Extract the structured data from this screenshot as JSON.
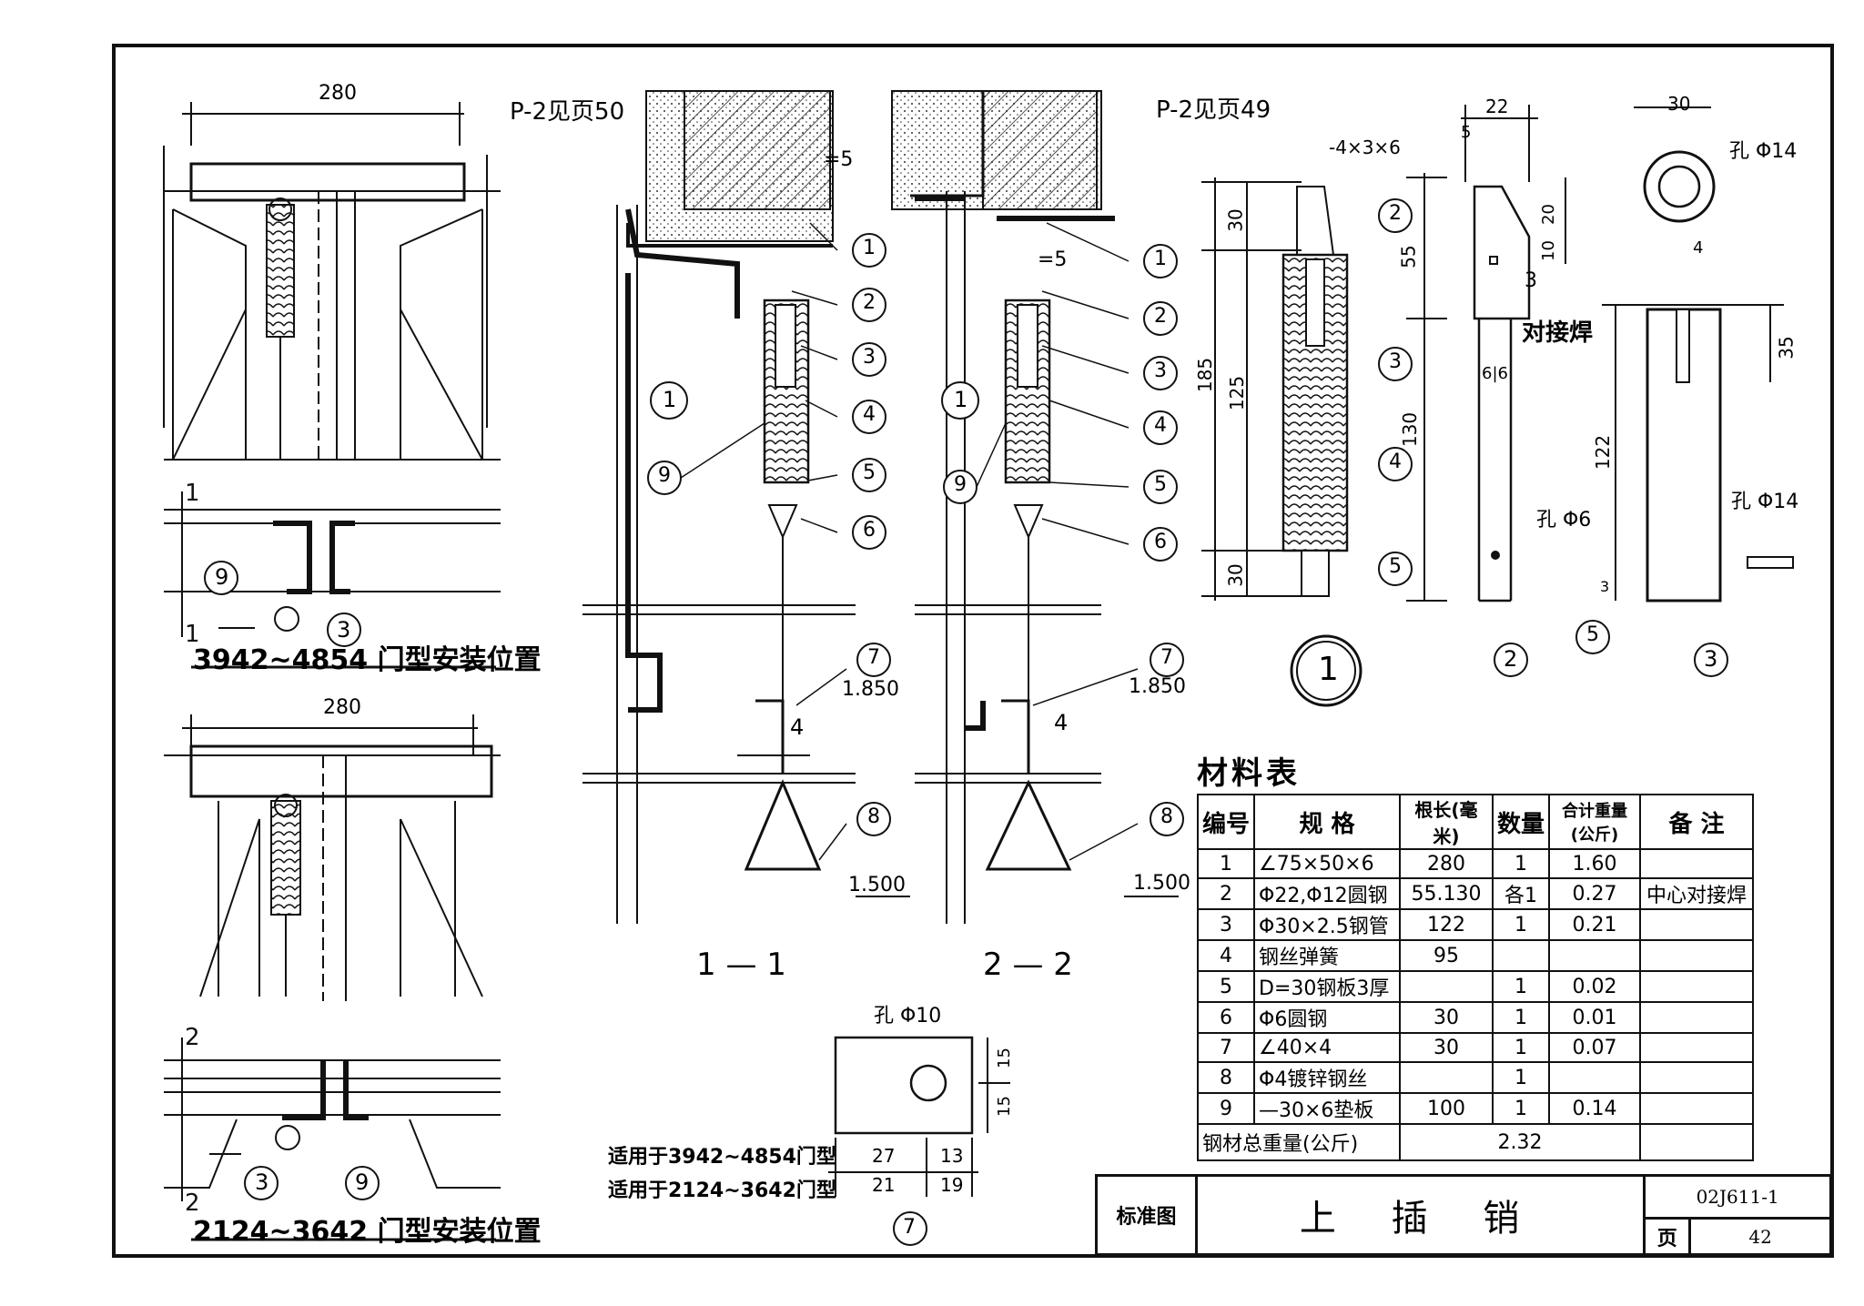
{
  "drawing": {
    "title_block": {
      "standard_label": "标准图",
      "title": "上 插 销",
      "code": "02J611-1",
      "page_label": "页",
      "page_number": "42"
    },
    "plan_views": {
      "top": {
        "dimension": "280",
        "caption": "3942~4854 门型安装位置",
        "refs": [
          "9",
          "3"
        ],
        "section_mark": "1"
      },
      "bottom": {
        "dimension": "280",
        "caption": "2124~3642 门型安装位置",
        "refs": [
          "3",
          "9"
        ],
        "section_mark": "2"
      }
    },
    "sections": {
      "s1": {
        "caption": "1 — 1",
        "note": "P-2见页50",
        "weld": "=5",
        "weld2": "4",
        "level_a": "1.850",
        "level_b": "1.500",
        "detail_ref": "1"
      },
      "s2": {
        "caption": "2 — 2",
        "note": "P-2见页49",
        "weld": "=5",
        "weld2": "4",
        "level_a": "1.850",
        "level_b": "1.500",
        "detail_ref": "1"
      },
      "callouts": [
        "1",
        "2",
        "3",
        "4",
        "5",
        "6",
        "7",
        "8",
        "9"
      ]
    },
    "detail_1": {
      "label": "1",
      "slot": "-4×3×6",
      "dims": {
        "total": "185",
        "upper": "30",
        "middle": "125",
        "bottom": "30",
        "right_top": "55",
        "right_bottom": "130"
      },
      "refs": [
        "2",
        "3",
        "4",
        "5"
      ]
    },
    "detail_2": {
      "label": "2",
      "width": "22",
      "offset": "5",
      "h1": "20",
      "h2": "10",
      "joint": "对接焊",
      "weld": "3",
      "inner": "6|6",
      "hole": "孔 Φ6"
    },
    "detail_3": {
      "label": "3",
      "width": "30",
      "hole_top": "孔 Φ14",
      "thickness": "4",
      "slot": "35",
      "height": "122",
      "hole_bottom": "孔 Φ14",
      "base": "3",
      "ref": "5"
    },
    "detail_7": {
      "label": "7",
      "hole": "孔 Φ10",
      "h1": "15",
      "h2": "15",
      "rows": [
        {
          "label": "适用于3942~4854门型",
          "a": "27",
          "b": "13"
        },
        {
          "label": "适用于2124~3642门型",
          "a": "21",
          "b": "19"
        }
      ]
    },
    "material_table": {
      "title": "材料表",
      "headers": [
        "编号",
        "规 格",
        "根长(毫米)",
        "数量",
        "合计重量(公斤)",
        "备 注"
      ],
      "rows": [
        [
          "1",
          "∠75×50×6",
          "280",
          "1",
          "1.60",
          ""
        ],
        [
          "2",
          "Φ22,Φ12圆钢",
          "55.130",
          "各1",
          "0.27",
          "中心对接焊"
        ],
        [
          "3",
          "Φ30×2.5钢管",
          "122",
          "1",
          "0.21",
          ""
        ],
        [
          "4",
          "钢丝弹簧",
          "95",
          "",
          "",
          ""
        ],
        [
          "5",
          "D=30钢板3厚",
          "",
          "1",
          "0.02",
          ""
        ],
        [
          "6",
          "Φ6圆钢",
          "30",
          "1",
          "0.01",
          ""
        ],
        [
          "7",
          "∠40×4",
          "30",
          "1",
          "0.07",
          ""
        ],
        [
          "8",
          "Φ4镀锌钢丝",
          "",
          "1",
          "",
          ""
        ],
        [
          "9",
          "—30×6垫板",
          "100",
          "1",
          "0.14",
          ""
        ]
      ],
      "total_label": "钢材总重量(公斤)",
      "total_value": "2.32"
    }
  }
}
